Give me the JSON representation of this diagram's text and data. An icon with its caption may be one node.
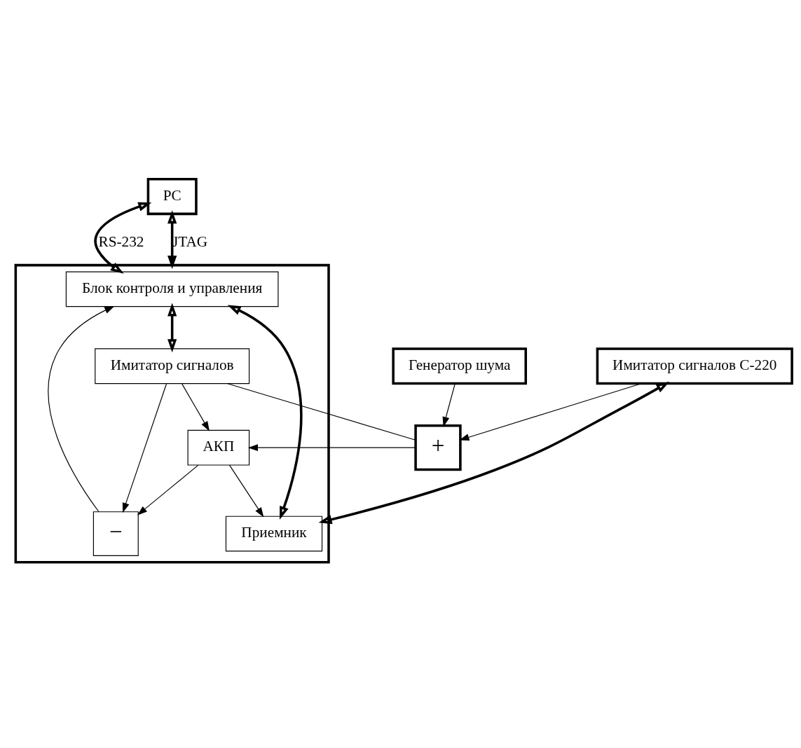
{
  "diagram": {
    "nodes": [
      {
        "text": [
          "PC"
        ]
      },
      {
        "text": [],
        "shape": "box"
      },
      {
        "text": [
          "Блок контроля и управления"
        ],
        "in": 1
      },
      {
        "text": [
          "Приемник"
        ],
        "in": 1
      },
      {
        "text": [
          "−"
        ],
        "in": 1
      },
      {
        "text": [
          "Имитатор сигналов"
        ],
        "in": 1
      },
      {
        "text": [
          "АКП"
        ],
        "in": 1
      },
      {
        "text": [
          "+"
        ]
      },
      {
        "text": [
          "Имитатор сигналов С-220"
        ]
      },
      {
        "text": [
          "Генератор шума"
        ]
      }
    ],
    "edges": [
      {
        "from": 0,
        "to": 2,
        "arrow": "both",
        "label": "RS-232",
        "style": "thick"
      },
      {
        "from": 0,
        "to": 1,
        "arrow": "both",
        "label": "JTAG",
        "style": "thick"
      },
      {
        "from": 2,
        "to": 3,
        "arrow": "both",
        "style": "thick"
      },
      {
        "from": 2,
        "to": 5,
        "arrow": "both",
        "style": "thick"
      },
      {
        "from": 4,
        "to": 2,
        "arrow": "to"
      },
      {
        "from": 5,
        "to": 4,
        "arrow": "to"
      },
      {
        "from": 6,
        "to": 4,
        "arrow": "to"
      },
      {
        "from": 6,
        "to": 3,
        "arrow": "to"
      },
      {
        "from": 5,
        "to": 6,
        "arrow": "to"
      },
      {
        "from": 3,
        "to": 8,
        "arrow": "both",
        "style": "thick"
      },
      {
        "from": 5,
        "to": 7,
        "arrow": "none"
      },
      {
        "from": 7,
        "to": 6,
        "arrow": "to"
      },
      {
        "from": 8,
        "to": 7,
        "arrow": "to"
      },
      {
        "from": 9,
        "to": 7,
        "arrow": "to"
      }
    ]
  }
}
